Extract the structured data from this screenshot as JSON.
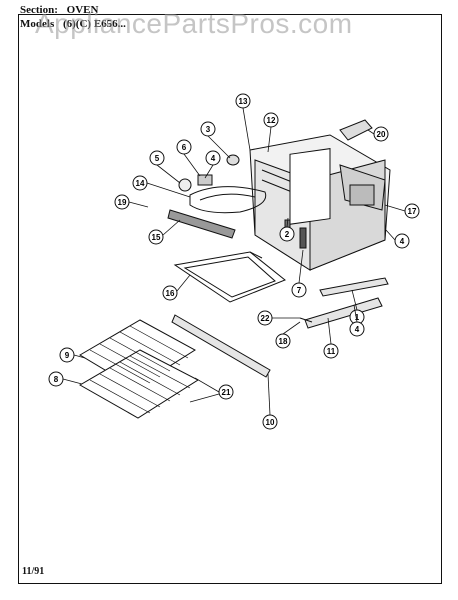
{
  "header": {
    "section_label": "Section:",
    "section_value": "OVEN",
    "model_label": "Models",
    "model_value": "(6)(C) E656..."
  },
  "watermark": "AppliancePartsPros.com",
  "footer": {
    "date": "11/91"
  },
  "callouts": [
    "13",
    "20",
    "12",
    "3",
    "6",
    "4",
    "5",
    "14",
    "17",
    "19",
    "15",
    "2",
    "4",
    "16",
    "7",
    "1",
    "22",
    "4",
    "18",
    "11",
    "9",
    "8",
    "21",
    "10"
  ]
}
